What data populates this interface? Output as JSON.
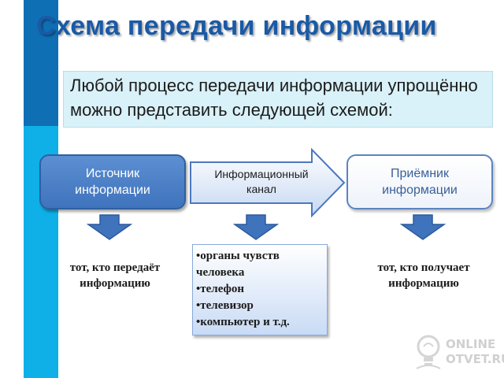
{
  "title": "Схема передачи информации",
  "intro": "Любой процесс передачи информации упрощённо можно представить следующей схемой:",
  "nodes": {
    "source": "Источник\nинформации",
    "channel": "Информационный\nканал",
    "receiver": "Приёмник\nинформации"
  },
  "captions": {
    "source": "тот, кто передаёт\nинформацию",
    "receiver": "тот, кто получает\nинформацию"
  },
  "channel_examples": [
    "•органы чувств\n  человека",
    "•телефон",
    "•телевизор",
    "•компьютер и т.д."
  ],
  "watermark": "ONLINE\nOTVET.RU",
  "colors": {
    "title": "#1a5aa6",
    "source_fill": "#4a7fc6",
    "receiver_border": "#5b84c1",
    "arrow_fill": "#3f73bc",
    "intro_bg": "#d9f1f8",
    "stripe": "#1e7fc3"
  }
}
